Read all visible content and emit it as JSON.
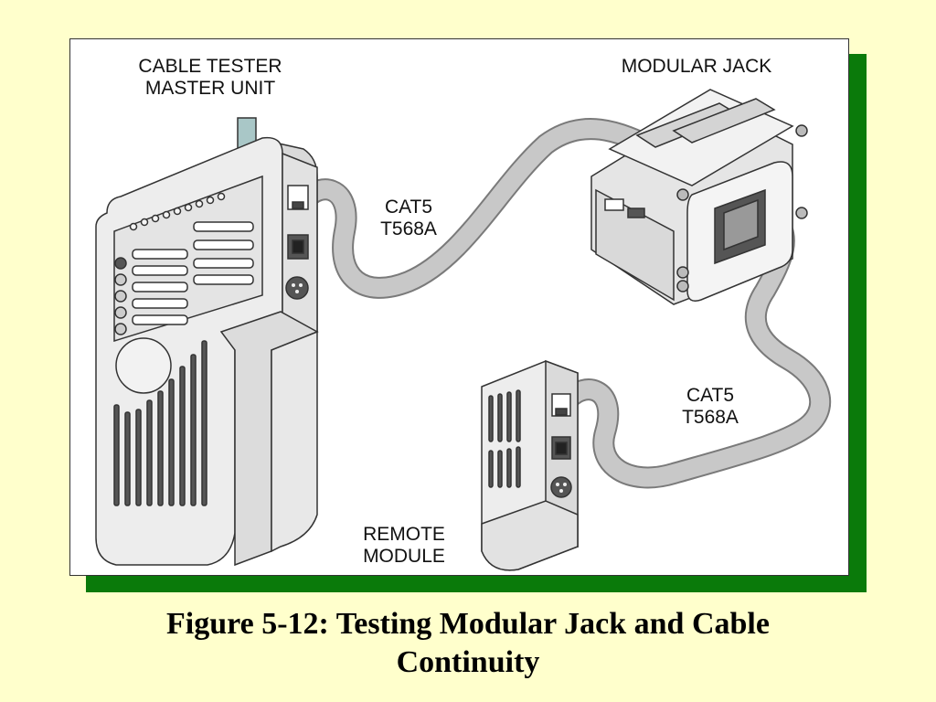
{
  "figure": {
    "background_color": "#FFFFCC",
    "shadow_color": "#0A7A0A",
    "panel_color": "#FFFFFF",
    "device_color": "#EDEDED",
    "cable_color": "#C8C8C8"
  },
  "labels": {
    "master_unit": {
      "line1": "CABLE TESTER",
      "line2": "MASTER UNIT"
    },
    "modular_jack": "MODULAR JACK",
    "cable_top": {
      "line1": "CAT5",
      "line2": "T568A"
    },
    "cable_bottom": {
      "line1": "CAT5",
      "line2": "T568A"
    },
    "remote_module": {
      "line1": "REMOTE",
      "line2": "MODULE"
    }
  },
  "caption": {
    "line1": "Figure 5-12: Testing Modular Jack and Cable",
    "line2": "Continuity"
  }
}
